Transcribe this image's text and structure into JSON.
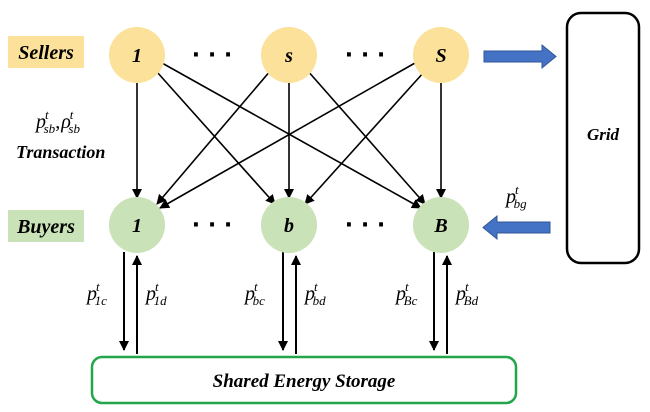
{
  "labels": {
    "sellers": "Sellers",
    "buyers": "Buyers",
    "grid": "Grid",
    "storage": "Shared Energy Storage",
    "transaction": "Transaction"
  },
  "sellers": {
    "first": "1",
    "mid": "s",
    "last": "S"
  },
  "buyers": {
    "first": "1",
    "mid": "b",
    "last": "B"
  },
  "dots": "· · ·",
  "price_labels": {
    "p_sb": {
      "base": "p",
      "sub": "sb",
      "sup": "t"
    },
    "comma": ",",
    "rho_sb": {
      "base": "ρ",
      "sub": "sb",
      "sup": "t"
    },
    "p_bg": {
      "base": "p",
      "sub": "bg",
      "sup": "t"
    },
    "p_1c": {
      "base": "p",
      "sub": "1c",
      "sup": "t"
    },
    "p_1d": {
      "base": "p",
      "sub": "1d",
      "sup": "t"
    },
    "p_bc": {
      "base": "p",
      "sub": "bc",
      "sup": "t"
    },
    "p_bd": {
      "base": "p",
      "sub": "bd",
      "sup": "t"
    },
    "p_Bc": {
      "base": "p",
      "sub": "Bc",
      "sup": "t"
    },
    "p_Bd": {
      "base": "p",
      "sub": "Bd",
      "sup": "t"
    }
  },
  "colors": {
    "seller_fill": "#fbe199",
    "buyer_fill": "#c9e2b8",
    "label_fill_sellers": "#fbe199",
    "label_fill_buyers": "#c9e2b8",
    "storage_border": "#22a64a",
    "grid_arrow": "#4472c4",
    "line": "#000000"
  },
  "icons": {
    "grid_arrow_out": "block-arrow-right-icon",
    "grid_arrow_in": "block-arrow-left-icon"
  }
}
